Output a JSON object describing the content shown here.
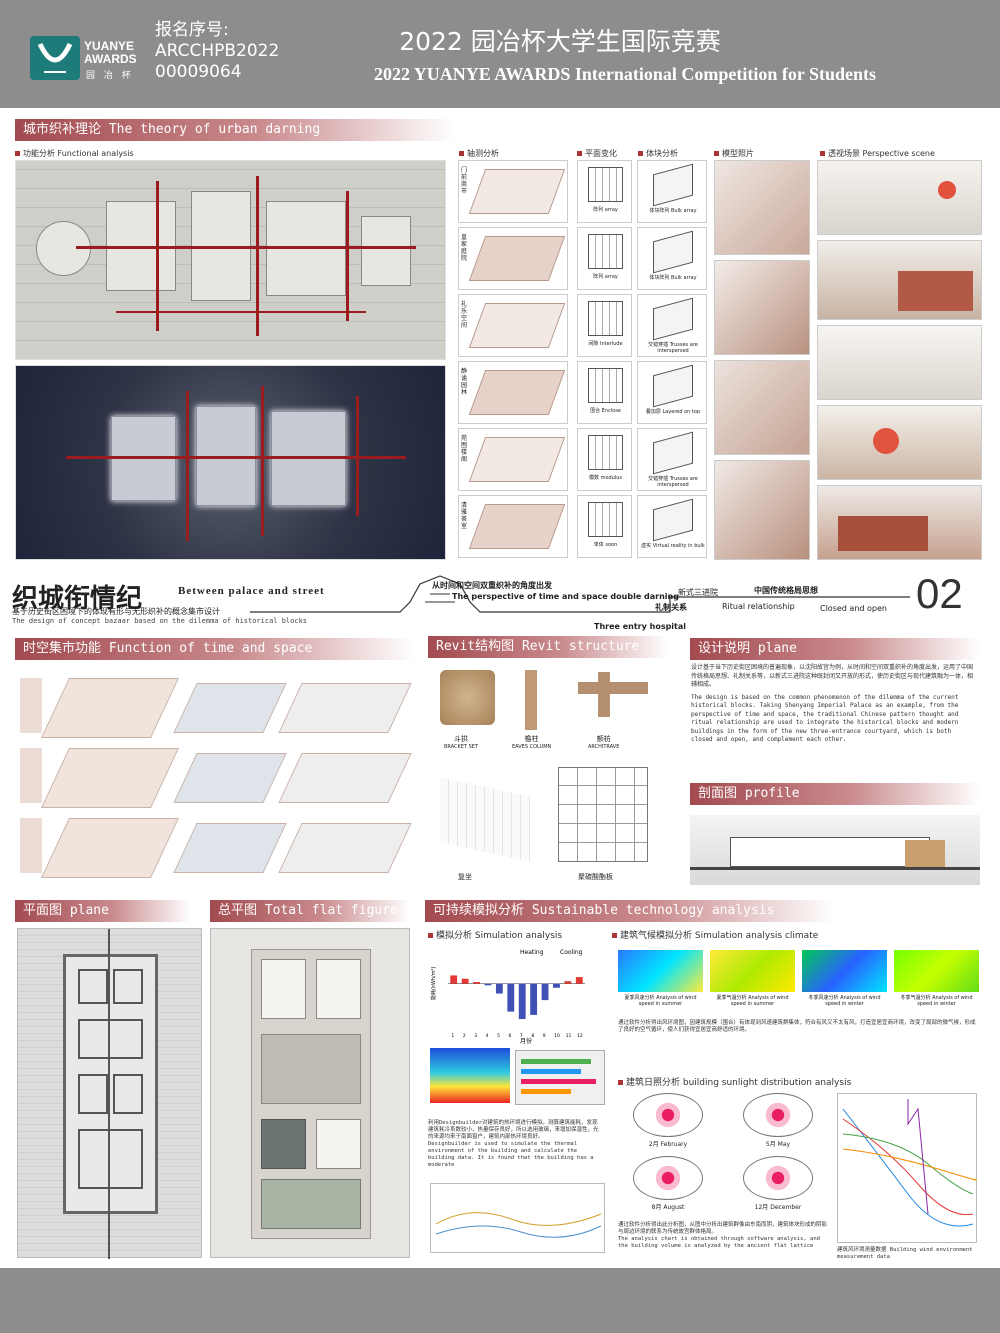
{
  "header": {
    "logo_text_line1": "YUANYE",
    "logo_text_line2": "AWARDS",
    "logo_sub": "园 冶 杯",
    "reg_label": "报名序号:",
    "reg_code_1": "ARCCHPB2022",
    "reg_code_2": "00009064",
    "title_cn": "2022 园冶杯大学生国际竞赛",
    "title_en": "2022 YUANYE AWARDS International Competition for  Students"
  },
  "sections": {
    "urban_darning": "城市织补理论 The theory of urban darning",
    "functional": "功能分析 Functional analysis",
    "axis": "轴测分析",
    "plane_change": "平面变化",
    "volume": "体块分析",
    "model_photo": "模型照片",
    "perspective": "透视场景 Perspective scene",
    "function_time_space": "时空集市功能 Function of time and space",
    "revit": "Revit结构图 Revit structure",
    "design_desc": "设计说明 plane",
    "profile": "剖面图 profile",
    "plane": "平面图 plane",
    "total_flat": "总平图 Total flat figure",
    "sustainable": "可持续模拟分析 Sustainable technology analysis",
    "simulation": "模拟分析 Simulation analysis",
    "climate": "建筑气候模拟分析 Simulation analysis climate",
    "sunlight": "建筑日照分析 building sunlight distribution analysis"
  },
  "banner": {
    "title_cn": "织城衔情纪",
    "title_en": "Between palace and street",
    "subtitle_cn": "基于历史街区困境下的体现有形与无形织补的概念集市设计",
    "subtitle_en": "The design of concept bazaar based on the dilemma of historical blocks",
    "perspective_cn": "从时间和空间双重织补的角度出发",
    "perspective_en": "The perspective of time and space double darning",
    "three_entry": "Three entry hospital",
    "sanjin": "新式三进院",
    "zhongguo": "中国传统格局思想",
    "lizhi": "礼制关系",
    "ritual": "Ritual relationship",
    "closed": "Closed and open",
    "page": "02"
  },
  "axis_labels": [
    "门前商市",
    "皇家庭院",
    "礼乐空间",
    "静谧园林",
    "苑囿楼阁",
    "清雅茶室"
  ],
  "plane_labels": [
    "阵列 array",
    "阵列 array",
    "间隙 Interlude",
    "围合 Enclose",
    "模数 modulus",
    "单体 soon"
  ],
  "volume_labels": [
    "体块阵列 Bulk array",
    "体块阵列 Bulk array",
    "交错穿插 Trusses are interspersed",
    "叠加层 Layered on top",
    "交错穿插 Trusses are interspersed",
    "虚实 Virtual reality in bulk"
  ],
  "revit": {
    "bracket": "斗拱",
    "bracket_en": "BRACKET SET",
    "eaves": "檐柱",
    "eaves_en": "EAVES COLUMN",
    "architrave": "额枋",
    "architrave_en": "ARCHITRAVE",
    "panel1": "复坐",
    "panel2": "聚碳酸酯板"
  },
  "design_text_cn": "设计基于当下历史街区困境的普遍现象，以沈阳故宫为例，从时间和空间双重织补的角度出发，运用了中国传统格局思想、礼制关系等，以新式三进院这种既封闭又开放的形式，使历史街区与现代建筑融为一体，相辅相成。",
  "design_text_en": "The design is based on the common phenomenon of the dilemma of the current historical blocks. Taking Shenyang Imperial Palace as an example, from the perspective of time and space, the traditional Chinese pattern thought and ritual relationship are used to integrate the historical blocks and modern buildings in the form of the new three-entrance courtyard, which is both closed and open, and complement each other.",
  "simulation": {
    "heating": "Heating",
    "cooling": "Cooling",
    "ylabel": "能耗(kWh/m²)",
    "xlabel": "月份",
    "note_cn": "利用Designbuilder对建筑的热环境进行模拟，测算建筑能耗，发现建筑耗冷系数较小，热量保存良好，所以选用玻璃，来增加保温性，光的来源均来于南面窗户，建筑内部热环境良好。",
    "note_en": "Designbuilder is used to simulate the thermal environment of the building and calculate the building data. It is found that the building has a moderate"
  },
  "chart_data": {
    "type": "bar",
    "categories": [
      "1",
      "2",
      "3",
      "4",
      "5",
      "6",
      "7",
      "8",
      "9",
      "10",
      "11",
      "12"
    ],
    "series": [
      {
        "name": "Heating",
        "values": [
          1.0,
          0.6,
          0.2,
          0,
          0,
          0,
          0,
          0,
          0,
          0,
          0.3,
          0.8
        ]
      },
      {
        "name": "Cooling",
        "values": [
          0,
          0,
          0,
          -0.2,
          -1.2,
          -3.4,
          -4.3,
          -3.8,
          -2.0,
          -0.5,
          0,
          0
        ]
      }
    ],
    "title": "",
    "xlabel": "月份",
    "ylabel": "能耗(kWh/m²)",
    "ylim": [
      -6.0,
      3.0
    ]
  },
  "climate_captions": [
    "夏季风速分析 Analysis of wind speed in summer",
    "夏季气温分析 Analysis of wind speed in summer",
    "冬季风速分析 Analysis of wind speed in winter",
    "冬季气温分析 Analysis of wind speed in winter"
  ],
  "climate_note": "通过软件分析得出风环境图，因建筑规模（围合）有体现到风速建筑群集体，符合有风又不太有风，打造宜居宜商环境，改变了局部的微气候，形成了良好的空气循环，使人们获得宜居宜商舒适的环境。",
  "sun_labels": [
    "2月 February",
    "5月 May",
    "8月 August",
    "12月 December"
  ],
  "sun_note_cn": "通过软件分析得出此分析图，从图中分析出建筑群像由东南而阴，建筑体块形成的阴影与周边环境的联系为传统故宫群体格局。",
  "sun_note_en": "The analysis chart is obtained through software analysis, and the building volume is analyzed by the ancient flat lattice",
  "wind_caption": "建筑风环境测量数据 Building wind environment measurement data"
}
